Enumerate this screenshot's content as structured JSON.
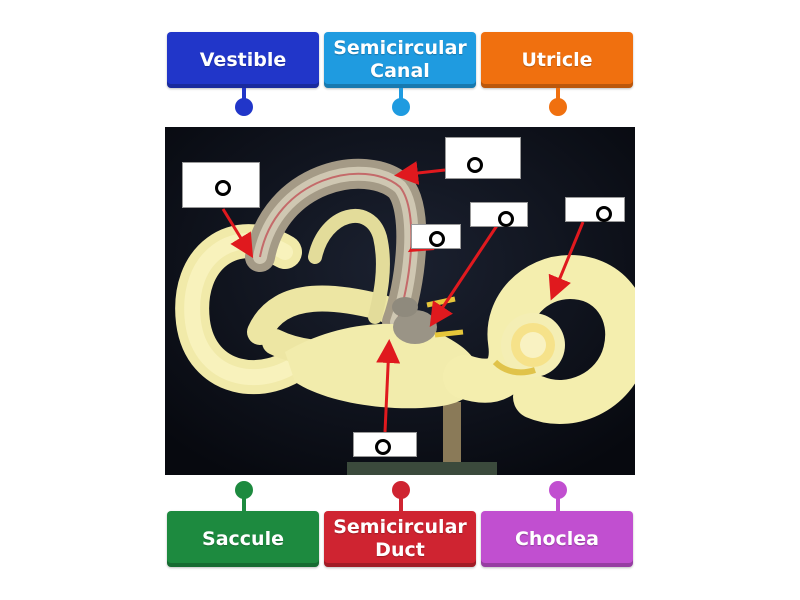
{
  "labels": {
    "vestible": "Vestible",
    "semicircular_canal": "Semicircular Canal",
    "utricle": "Utricle",
    "saccule": "Saccule",
    "semicircular_duct": "Semicircular Duct",
    "choclea": "Choclea"
  },
  "colors": {
    "vestible": "#2136c9",
    "semicircular_canal": "#1f9be0",
    "utricle": "#f0700f",
    "saccule": "#1d8a3f",
    "semicircular_duct": "#cf2431",
    "choclea": "#c14fd0",
    "arrow": "#e0191e"
  },
  "image": {
    "subject": "inner ear model photo",
    "drop_zone_count": 6
  }
}
